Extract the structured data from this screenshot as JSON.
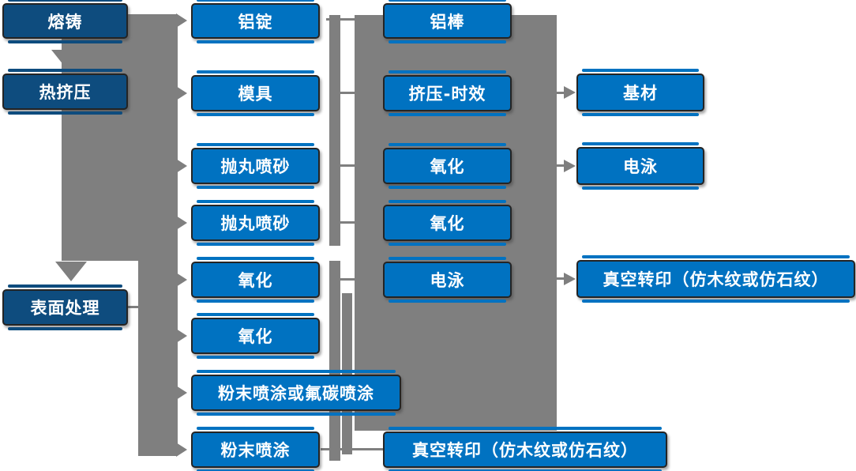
{
  "diagram": {
    "type": "process-flowchart",
    "language": "zh-CN",
    "nodes": {
      "stage": [
        "熔铸",
        "热挤压",
        "表面处理"
      ],
      "process": [
        "铝锭",
        "模具",
        "抛丸喷砂",
        "抛丸喷砂",
        "氧化",
        "氧化",
        "粉末喷涂或氟碳喷涂",
        "粉末喷涂"
      ],
      "mid": [
        "铝棒",
        "挤压-时效",
        "氧化",
        "氧化",
        "电泳",
        "真空转印（仿木纹或仿石纹）"
      ],
      "finish": [
        "基材",
        "电泳",
        "真空转印（仿木纹或仿石纹）"
      ]
    },
    "edges_summary": [
      "熔铸 → 热挤压 → 表面处理 (向下箭头)",
      "左侧阶段 → 第二列各工序 (向右箭头)",
      "表面处理 → 氧化/氧化/粉末喷涂或氟碳喷涂/粉末喷涂",
      "挤压-时效 → 基材",
      "氧化 → 电泳",
      "电泳 → 真空转印（仿木纹或仿石纹）",
      "粉末喷涂 → 真空转印（仿木纹或仿石纹）"
    ],
    "colors": {
      "stage_box_navy": "#0E4C7E",
      "process_box_blue": "#0072C1",
      "connector_gray": "#7F7F7F",
      "box_border": "#242424",
      "text_white": "#FFFFFF",
      "background": "#FFFFFF"
    }
  }
}
